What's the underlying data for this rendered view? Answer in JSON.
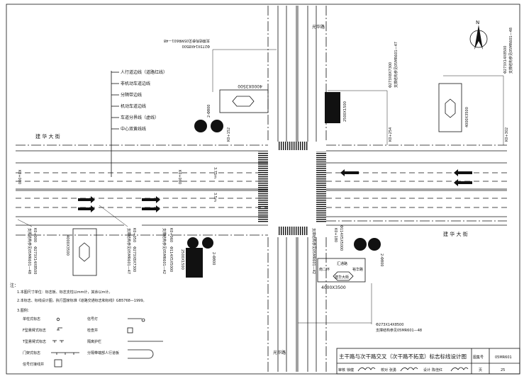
{
  "streets": {
    "horizontal": "建 华 大 街",
    "vertical": "光华路"
  },
  "north_label": "N",
  "line_legend": [
    "人行道边线（道路红线）",
    "非机动车道边线",
    "分隔带边线",
    "机动车道边线",
    "车道分界线（虚线）",
    "中心双黄线线"
  ],
  "stations": [
    "K0+000",
    "K0+050",
    "K0+060",
    "K0+080",
    "K0+152",
    "K0+180",
    "K0+254",
    "K0+302"
  ],
  "dims": {
    "lane_a": "3.75m",
    "lane_b": "3.5m"
  },
  "signs": {
    "guide_size": "4000X3500",
    "lane_sign_size": "2500X1500",
    "round_signs": "2-Φ800",
    "guide_center": "建华大街",
    "guide_left": "南二环",
    "guide_top": "汇通路",
    "guide_right": "裕华路"
  },
  "supports": {
    "s1": "Φ273X14X8500",
    "s1_ref": "支撑结构参见05MR601—48",
    "s2": "Φ273X8X7300",
    "s2_ref": "支撑结构参见05MR601—47",
    "s3": "Φ114X5X5000",
    "s3_ref": "支撑结构参见05MR601—42"
  },
  "notes": {
    "heading": "注：",
    "n1": "1.本图尺寸单位：标志板、标志支柱以mm计，其余以m计。",
    "n2": "2.本标志、标线设计图，执行国家标准《道路交通标志和标线》GB5768—1999。",
    "n3": "3.图例："
  },
  "legend": [
    "单柱式标志",
    "F型悬臂式标志",
    "T型悬臂式标志",
    "门架式标志",
    "信号灯接线井",
    "信号灯",
    "检查井",
    "隔离护栏",
    "分隔带端部人行道板"
  ],
  "title_block": {
    "title": "主干路与次干路交叉（次干路不拓宽）标志标线设计图",
    "atlas_label": "图集号",
    "atlas_no": "05MR601",
    "review_label": "审核",
    "reviewer": "徐健",
    "check_label": "校对",
    "checker": "张勇",
    "design_label": "设计",
    "designer": "陈佳红",
    "page_label": "页",
    "page_no": "25"
  }
}
